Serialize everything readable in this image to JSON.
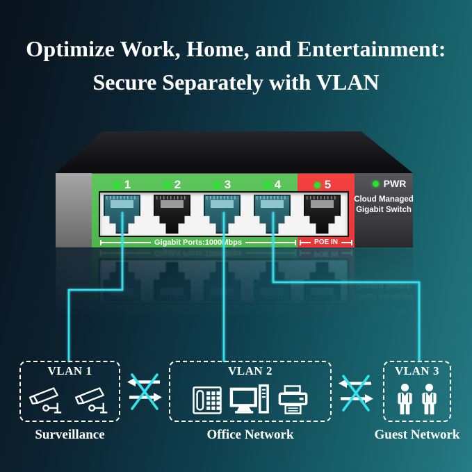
{
  "headline": {
    "line1": "Optimize Work, Home, and Entertainment:",
    "line2": "Secure Separately with VLAN"
  },
  "switch": {
    "pwr_label": "PWR",
    "model_line1": "Cloud Managed",
    "model_line2": "Gigabit Switch",
    "ports_strip_label": "Gigabit Ports:1000Mbps",
    "poe_strip_label": "POE IN",
    "ports": [
      {
        "label": "1",
        "plugged": true
      },
      {
        "label": "2",
        "plugged": false
      },
      {
        "label": "3",
        "plugged": true
      },
      {
        "label": "4",
        "plugged": true
      },
      {
        "label": "5",
        "plugged": false
      }
    ]
  },
  "vlans": [
    {
      "title": "VLAN 1",
      "caption": "Surveillance",
      "icons": [
        "cctv-camera",
        "cctv-camera"
      ]
    },
    {
      "title": "VLAN 2",
      "caption": "Office Network",
      "icons": [
        "desk-phone",
        "desktop-computer",
        "printer"
      ]
    },
    {
      "title": "VLAN 3",
      "caption": "Guest Network",
      "icons": [
        "person",
        "person"
      ]
    }
  ],
  "colors": {
    "accent_cyan": "#35e1ee",
    "panel_green": "#56c055",
    "panel_red": "#f23c40",
    "led_green": "#28e431",
    "text_white": "#ffffff"
  }
}
